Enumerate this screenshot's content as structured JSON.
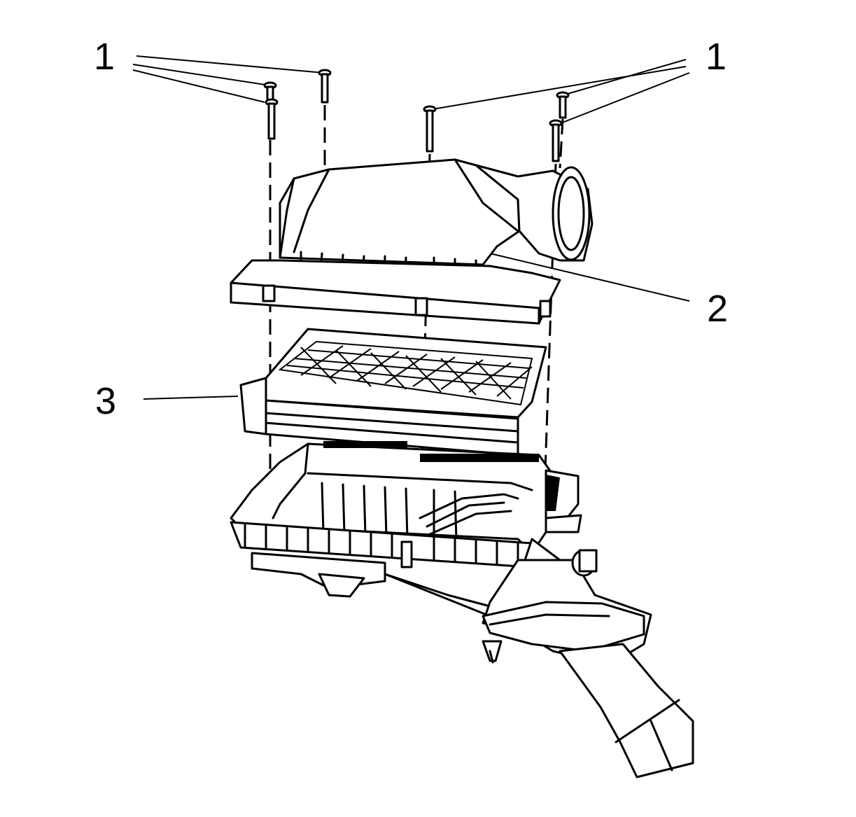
{
  "callouts": {
    "c1_left": "1",
    "c1_right": "1",
    "c2": "2",
    "c3": "3"
  },
  "parts": {
    "fasteners": "bolt-icon",
    "upper_housing": "air-cleaner-cover",
    "filter_element": "air-filter-element",
    "lower_housing": "air-cleaner-lower-housing",
    "intake_duct": "intake-duct"
  },
  "colors": {
    "line": "#000000",
    "background": "#ffffff"
  }
}
